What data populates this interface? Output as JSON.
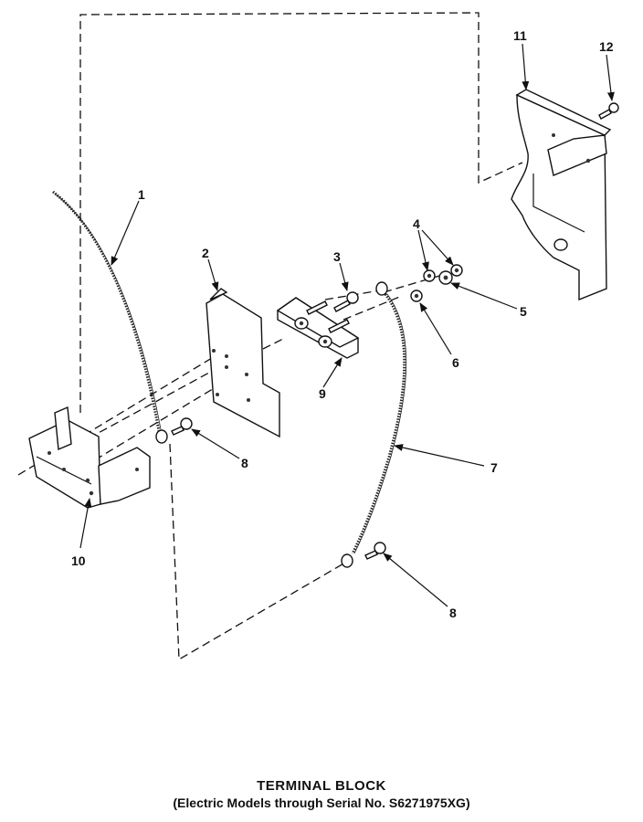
{
  "caption": {
    "title": "TERMINAL BLOCK",
    "subtitle": "(Electric Models through Serial No. S6271975XG)"
  },
  "callouts": {
    "c1": "1",
    "c2": "2",
    "c3": "3",
    "c4": "4",
    "c5": "5",
    "c6": "6",
    "c7": "7",
    "c8a": "8",
    "c8b": "8",
    "c9": "9",
    "c10": "10",
    "c11": "11",
    "c12": "12"
  }
}
